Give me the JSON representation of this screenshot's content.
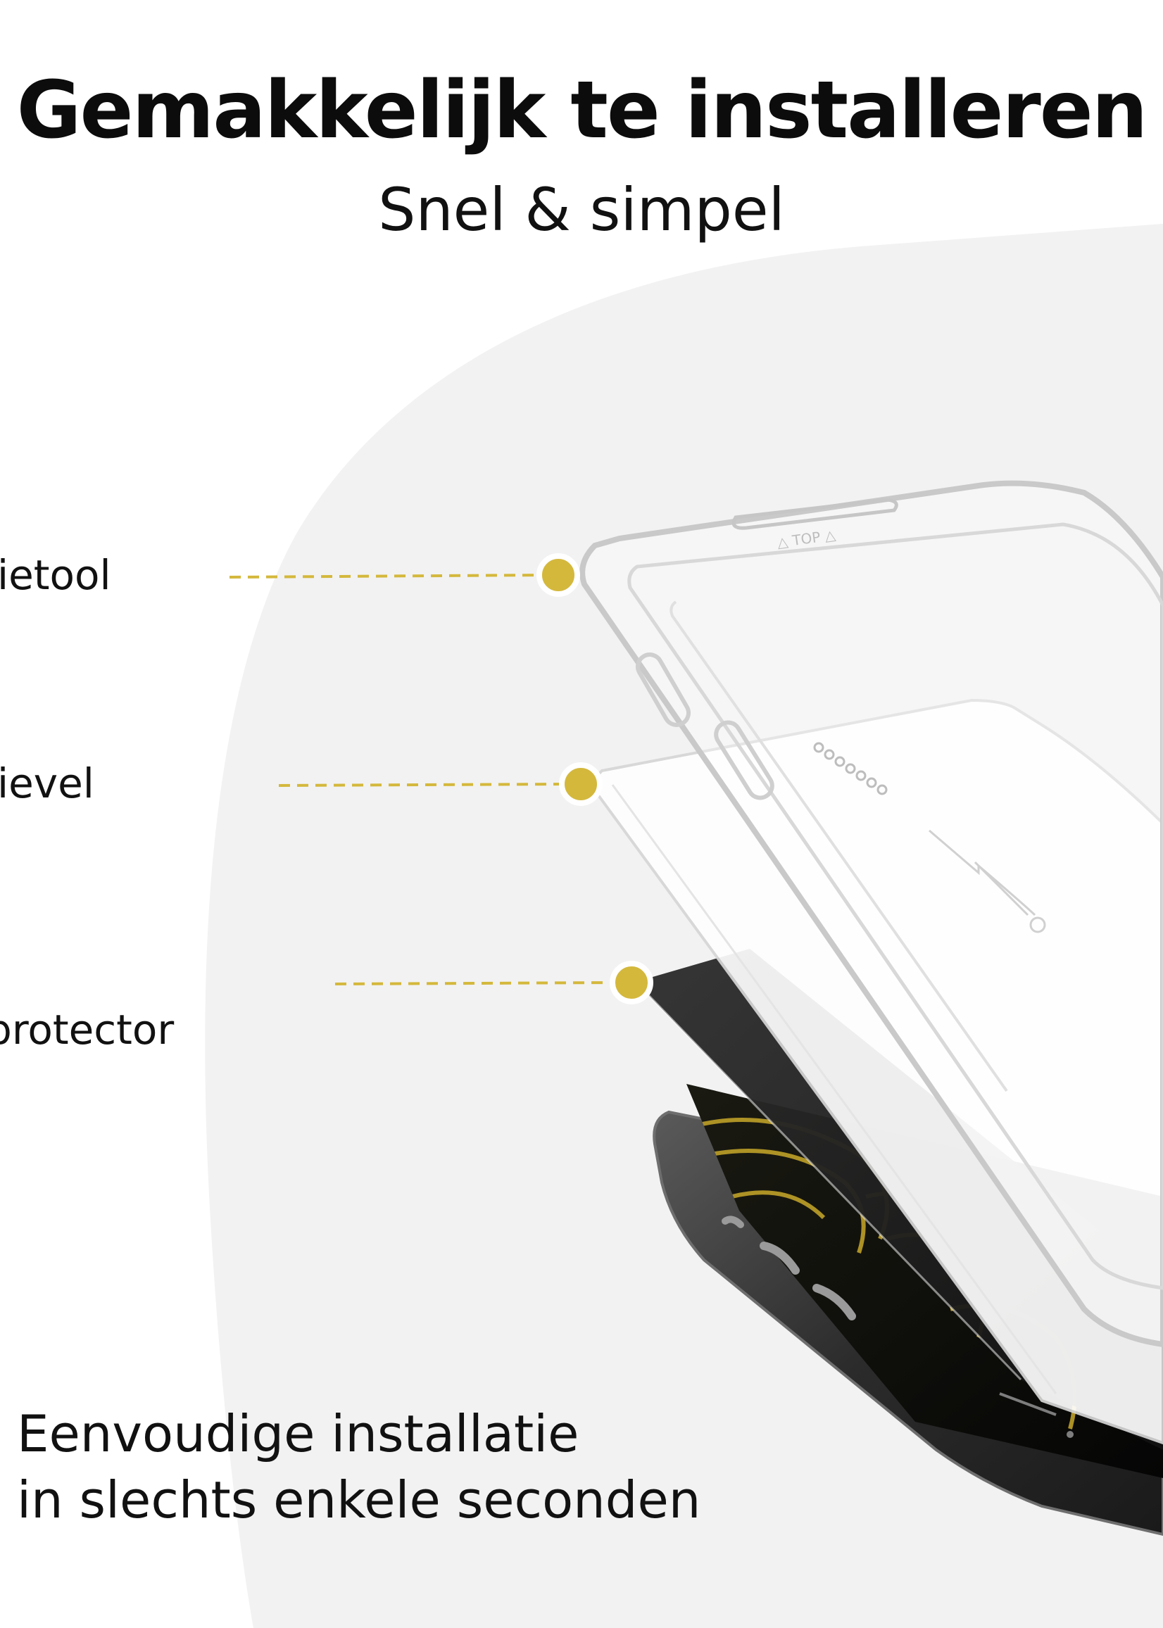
{
  "header": {
    "title": "Gemakkelijk te installeren",
    "subtitle": "Snel & simpel"
  },
  "callouts": [
    {
      "label": "ietool"
    },
    {
      "label": "ievel"
    },
    {
      "label": "protector"
    }
  ],
  "footer": {
    "line1": "Eenvoudige installatie",
    "line2": "in slechts enkele seconden"
  },
  "colors": {
    "accent": "#d4b83c",
    "panel": "#f2f2f2",
    "text": "#111111"
  },
  "icons": {
    "callout_dot": "callout-dot-icon"
  }
}
